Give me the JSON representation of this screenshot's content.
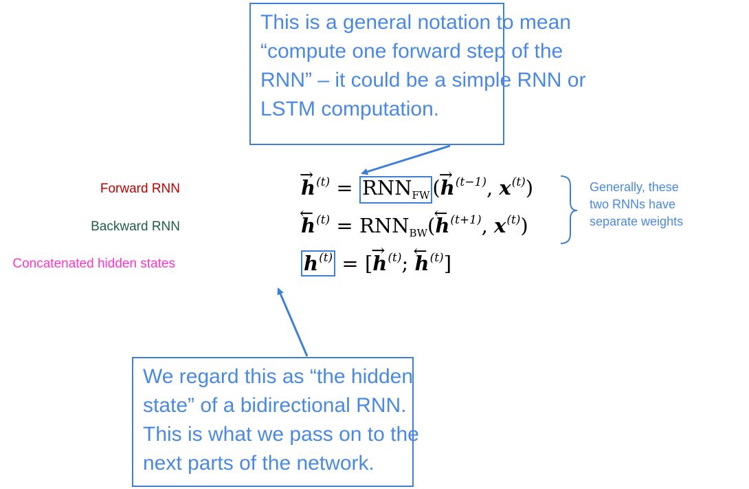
{
  "callout_top": {
    "lines": [
      "This is a general notation to mean",
      "“compute one forward step of the",
      "RNN” – it could be a simple RNN or",
      "LSTM computation."
    ]
  },
  "callout_bottom": {
    "lines": [
      "We regard this as “the hidden",
      "state” of a bidirectional RNN.",
      "This is what we pass on to the",
      "next parts of the network."
    ]
  },
  "rows": {
    "forward": {
      "label": "Forward RNN",
      "color": "#c00000"
    },
    "backward": {
      "label": "Backward RNN",
      "color": "#1e5c4a"
    },
    "concat": {
      "label": "Concatenated hidden states",
      "color": "#ff33cc"
    }
  },
  "equations": {
    "forward": {
      "lhs": "h",
      "lhs_sup": "(t)",
      "eq": " = ",
      "fn": "RNN",
      "fn_sub": "FW",
      "open": "(",
      "arg1": "h",
      "arg1_sup": "(t−1)",
      "comma": ", ",
      "arg2": "x",
      "arg2_sup": "(t)",
      "close": ")"
    },
    "backward": {
      "lhs": "h",
      "lhs_sup": "(t)",
      "eq": " = ",
      "fn": "RNN",
      "fn_sub": "BW",
      "open": "(",
      "arg1": "h",
      "arg1_sup": "(t+1)",
      "comma": ", ",
      "arg2": "x",
      "arg2_sup": "(t)",
      "close": ")"
    },
    "concat": {
      "lhs": "h",
      "lhs_sup": "(t)",
      "eq": " = ",
      "open": "[",
      "arg1": "h",
      "arg1_sup": "(t)",
      "sep": "; ",
      "arg2": "h",
      "arg2_sup": "(t)",
      "close": "]"
    }
  },
  "brace_note": {
    "lines": [
      "Generally, these",
      "two RNNs have",
      "separate weights"
    ]
  },
  "colors": {
    "accent": "#3d7ed6",
    "callout_text": "#4a89e3"
  }
}
